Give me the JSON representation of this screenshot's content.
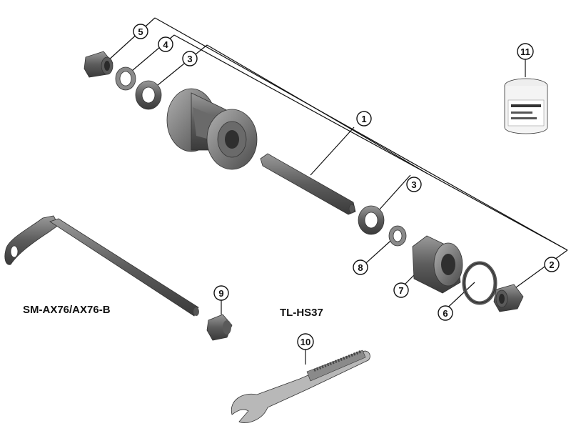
{
  "callouts": {
    "c1": "1",
    "c2": "2",
    "c3a": "3",
    "c3b": "3",
    "c4": "4",
    "c5": "5",
    "c6": "6",
    "c7": "7",
    "c8": "8",
    "c9": "9",
    "c10": "10",
    "c11": "11"
  },
  "labels": {
    "axle_model": "SM-AX76/AX76-B",
    "tool_model": "TL-HS37"
  },
  "colors": {
    "part_dark": "#4a4a4a",
    "part_mid": "#7a7a7a",
    "part_light": "#b8b8b8",
    "line": "#111111"
  }
}
